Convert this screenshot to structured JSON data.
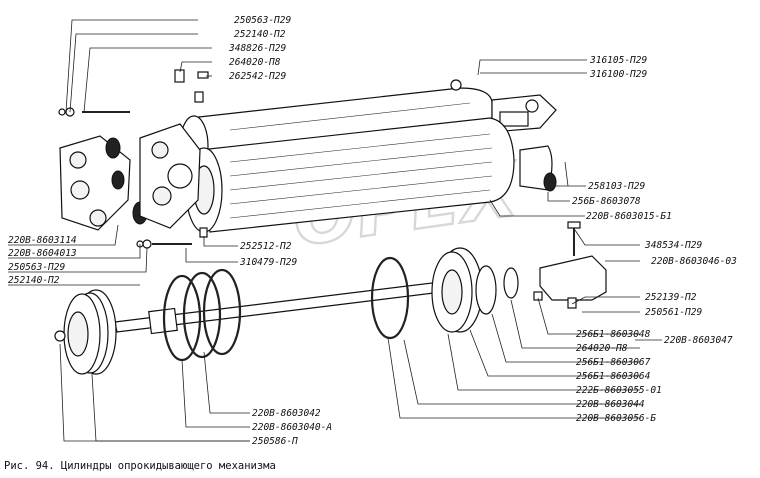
{
  "watermark": "OPEX",
  "caption": "Рис. 94. Цилиндры опрокидывающего механизма",
  "callouts": [
    {
      "id": "c1",
      "text": "250563-П29"
    },
    {
      "id": "c2",
      "text": "252140-П2"
    },
    {
      "id": "c3",
      "text": "348826-П29"
    },
    {
      "id": "c4",
      "text": "264020-П8"
    },
    {
      "id": "c5",
      "text": "262542-П29"
    },
    {
      "id": "c6",
      "text": "316105-П29"
    },
    {
      "id": "c7",
      "text": "316100-П29"
    },
    {
      "id": "c8",
      "text": "258103-П29"
    },
    {
      "id": "c9",
      "text": "256Б-8603078"
    },
    {
      "id": "c10",
      "text": "220В-8603015-Б1"
    },
    {
      "id": "c11",
      "text": "220В-8603114"
    },
    {
      "id": "c12",
      "text": "220В-8604013"
    },
    {
      "id": "c13",
      "text": "250563-П29"
    },
    {
      "id": "c14",
      "text": "252140-П2"
    },
    {
      "id": "c15",
      "text": "252512-П2"
    },
    {
      "id": "c16",
      "text": "310479-П29"
    },
    {
      "id": "c17",
      "text": "348534-П29"
    },
    {
      "id": "c18",
      "text": "220В-8603046-03"
    },
    {
      "id": "c19",
      "text": "252139-П2"
    },
    {
      "id": "c20",
      "text": "250561-П29"
    },
    {
      "id": "c21",
      "text": "256Б1-8603048"
    },
    {
      "id": "c22",
      "text": "220В-8603047"
    },
    {
      "id": "c23",
      "text": "264020-П8"
    },
    {
      "id": "c24",
      "text": "256Б1-8603067"
    },
    {
      "id": "c25",
      "text": "256Б1-8603064"
    },
    {
      "id": "c26",
      "text": "222Б-8603055-01"
    },
    {
      "id": "c27",
      "text": "220В-8603044"
    },
    {
      "id": "c28",
      "text": "220В-8603056-Б"
    },
    {
      "id": "c29",
      "text": "220В-8603042"
    },
    {
      "id": "c30",
      "text": "220В-8603040-А"
    },
    {
      "id": "c31",
      "text": "250586-П"
    }
  ]
}
